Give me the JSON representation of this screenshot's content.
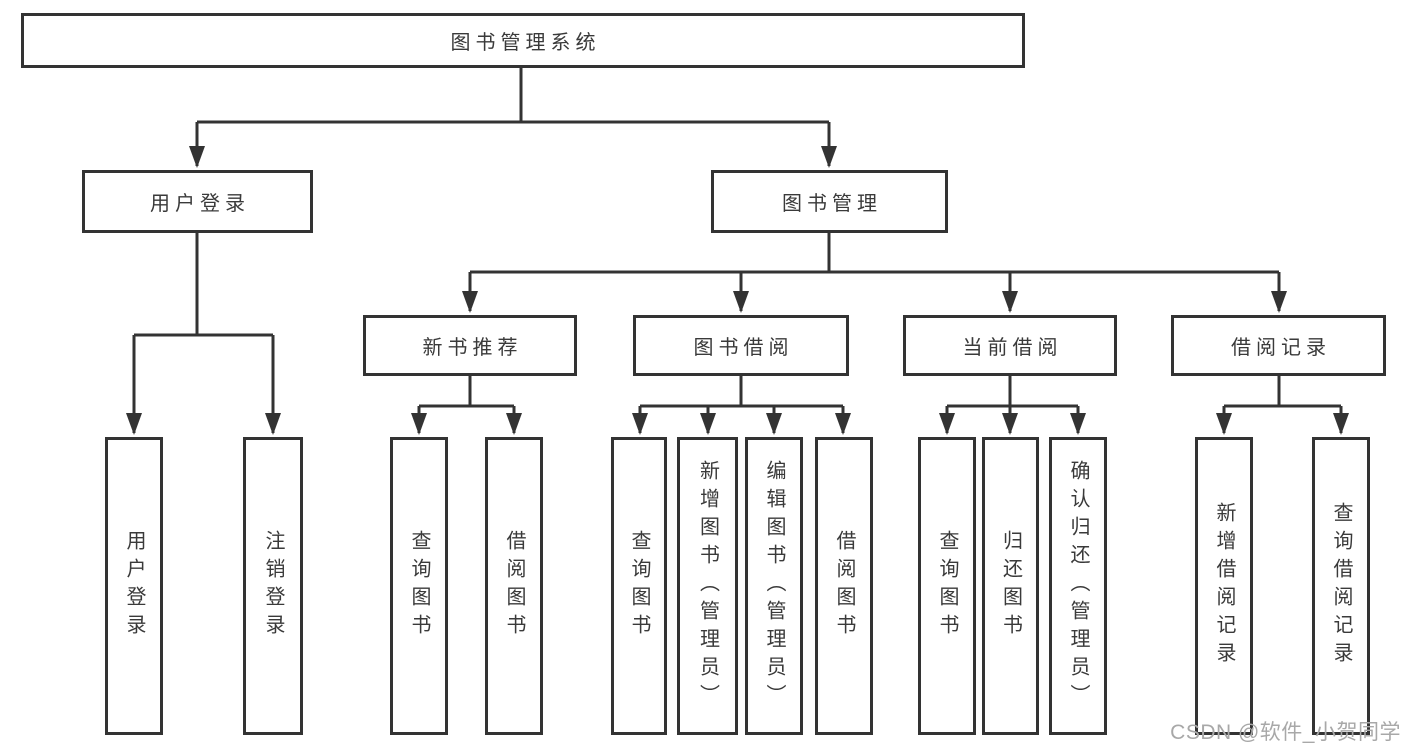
{
  "tree": {
    "root": {
      "label": "图书管理系统",
      "children": [
        {
          "label": "用户登录",
          "children": [
            {
              "label": "用户登录"
            },
            {
              "label": "注销登录"
            }
          ]
        },
        {
          "label": "图书管理",
          "children": [
            {
              "label": "新书推荐",
              "children": [
                {
                  "label": "查询图书"
                },
                {
                  "label": "借阅图书"
                }
              ]
            },
            {
              "label": "图书借阅",
              "children": [
                {
                  "label": "查询图书"
                },
                {
                  "label": "新增图书（管理员）"
                },
                {
                  "label": "编辑图书（管理员）"
                },
                {
                  "label": "借阅图书"
                }
              ]
            },
            {
              "label": "当前借阅",
              "children": [
                {
                  "label": "查询图书"
                },
                {
                  "label": "归还图书"
                },
                {
                  "label": "确认归还（管理员）"
                }
              ]
            },
            {
              "label": "借阅记录",
              "children": [
                {
                  "label": "新增借阅记录"
                },
                {
                  "label": "查询借阅记录"
                }
              ]
            }
          ]
        }
      ]
    }
  },
  "watermark": "CSDN @软件_小贺同学",
  "colors": {
    "line": "#333333",
    "text": "#3a3a3a",
    "background": "#ffffff",
    "watermark": "#a8a8a8"
  }
}
